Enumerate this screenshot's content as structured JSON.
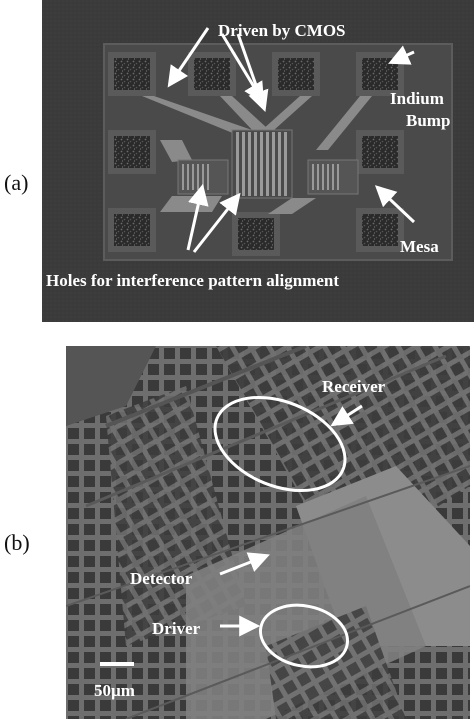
{
  "panel_a": {
    "label": "(a)",
    "annotations": {
      "driven": "Driven by CMOS",
      "indium_1": "Indium",
      "indium_2": "Bump",
      "mesa": "Mesa",
      "holes": "Holes for interference pattern alignment"
    }
  },
  "panel_b": {
    "label": "(b)",
    "annotations": {
      "receiver": "Receiver",
      "detector": "Detector",
      "driver": "Driver",
      "scale": "50µm"
    }
  },
  "colors": {
    "panel_a_bg": "#3c3c3c",
    "panel_b_bg": "#7a7a7a",
    "text": "#ffffff"
  }
}
